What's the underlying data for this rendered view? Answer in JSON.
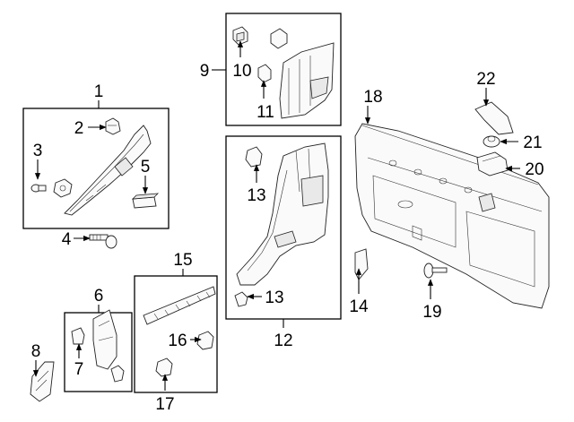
{
  "diagram": {
    "labels": {
      "p1": "1",
      "p2": "2",
      "p3": "3",
      "p4": "4",
      "p5": "5",
      "p6": "6",
      "p7": "7",
      "p8": "8",
      "p9": "9",
      "p10": "10",
      "p11": "11",
      "p12": "12",
      "p13a": "13",
      "p13b": "13",
      "p14": "14",
      "p15": "15",
      "p16": "16",
      "p17": "17",
      "p18": "18",
      "p19": "19",
      "p20": "20",
      "p21": "21",
      "p22": "22"
    }
  }
}
